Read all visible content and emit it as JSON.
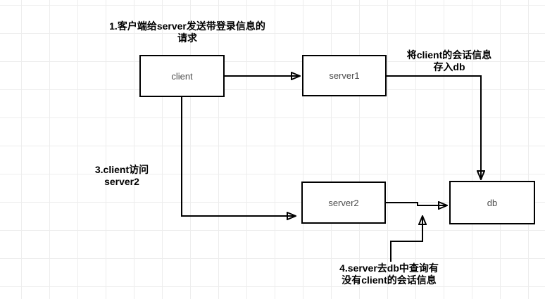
{
  "canvas": {
    "background_color": "#ffffff",
    "grid_color": "#ededed"
  },
  "diagram": {
    "nodes": [
      {
        "id": "client",
        "label": "client"
      },
      {
        "id": "server1",
        "label": "server1"
      },
      {
        "id": "server2",
        "label": "server2"
      },
      {
        "id": "db",
        "label": "db"
      }
    ],
    "annotations": [
      {
        "id": "step1",
        "lines": [
          "1.客户端给server发送带登录信息的",
          "请求"
        ]
      },
      {
        "id": "step2",
        "lines": [
          "将client的会话信息",
          "存入db"
        ]
      },
      {
        "id": "step3",
        "lines": [
          "3.client访问",
          "server2"
        ]
      },
      {
        "id": "step4",
        "lines": [
          "4.server去db中查询有",
          "没有client的会话信息"
        ]
      }
    ],
    "connectors": [
      {
        "id": "client-to-server1",
        "from": "client",
        "to": "server1"
      },
      {
        "id": "server1-to-db",
        "from": "server1",
        "to": "db"
      },
      {
        "id": "client-to-server2",
        "from": "client",
        "to": "server2"
      },
      {
        "id": "server2-to-db",
        "from": "server2",
        "to": "db"
      },
      {
        "id": "step4-pointer",
        "from": "step4",
        "to": "server2-to-db"
      }
    ],
    "colors": {
      "node_fill": "#ffffff",
      "node_border": "#000000",
      "node_text": "#4d4d4d",
      "annotation_text": "#000000",
      "connector": "#000000"
    }
  }
}
